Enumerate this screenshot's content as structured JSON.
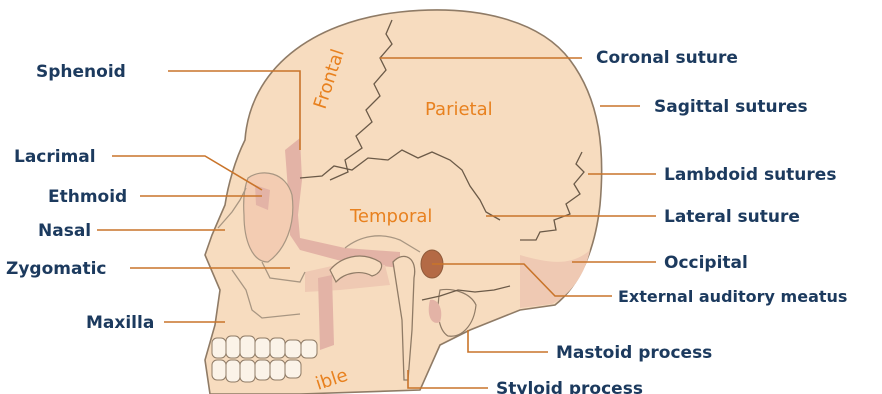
{
  "diagram": {
    "bones_in_skull": {
      "frontal": "Frontal",
      "parietal": "Parietal",
      "temporal": "Temporal",
      "mandible": "ible"
    },
    "labels": {
      "sphenoid": "Sphenoid",
      "lacrimal": "Lacrimal",
      "ethmoid": "Ethmoid",
      "nasal": "Nasal",
      "zygomatic": "Zygomatic",
      "maxilla": "Maxilla",
      "coronal_suture": "Coronal suture",
      "sagittal_sutures": "Sagittal sutures",
      "lambdoid_sutures": "Lambdoid sutures",
      "lateral_suture": "Lateral suture",
      "occipital": "Occipital",
      "external_auditory_meatus": "External auditory meatus",
      "mastoid_process": "Mastoid process",
      "styloid_process": "Styloid process"
    },
    "colors": {
      "bone": "#f7dcbf",
      "bone_shadow": "#e3b3a6",
      "outline": "#6b5a48",
      "leader": "#c9742a",
      "label_text": "#1c3a5e",
      "bone_name_text": "#e8811f"
    }
  }
}
